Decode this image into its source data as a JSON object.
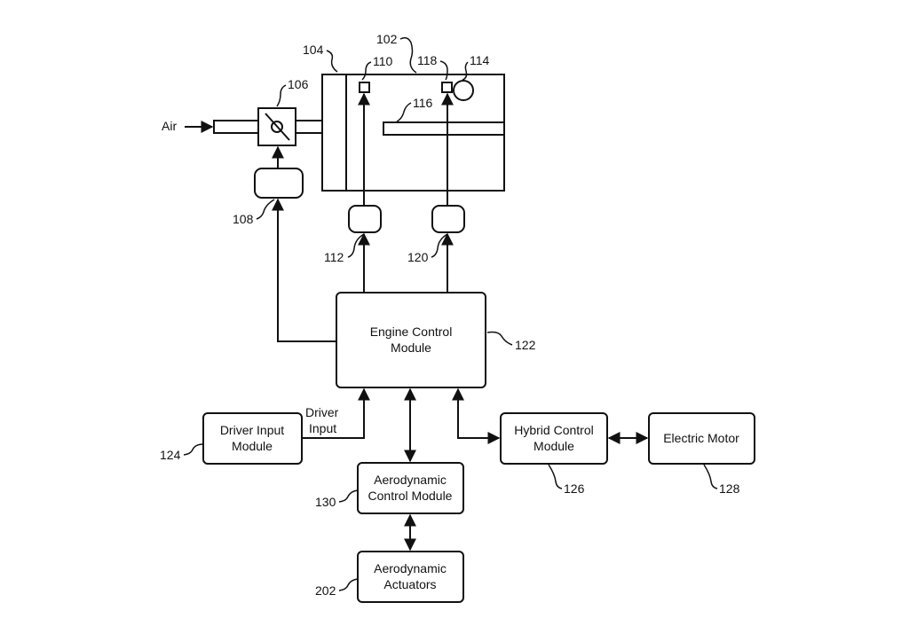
{
  "diagram": {
    "inputs": {
      "air": "Air",
      "driver_input_line1": "Driver",
      "driver_input_line2": "Input"
    },
    "engine": {
      "ref_engine": "102",
      "ref_intake_manifold": "104",
      "ref_throttle_valve": "106",
      "ref_throttle_actuator": "108",
      "ref_fuel_injector": "110",
      "ref_fuel_actuator": "112",
      "ref_cylinder": "116",
      "ref_spark_plug": "118",
      "ref_spark_actuator": "120",
      "ref_camshaft": "114"
    },
    "modules": {
      "ecm_line1": "Engine Control",
      "ecm_line2": "Module",
      "ecm_ref": "122",
      "driver_line1": "Driver Input",
      "driver_line2": "Module",
      "driver_ref": "124",
      "hybrid_line1": "Hybrid Control",
      "hybrid_line2": "Module",
      "hybrid_ref": "126",
      "motor_label": "Electric Motor",
      "motor_ref": "128",
      "aero_ctrl_line1": "Aerodynamic",
      "aero_ctrl_line2": "Control Module",
      "aero_ctrl_ref": "130",
      "aero_act_line1": "Aerodynamic",
      "aero_act_line2": "Actuators",
      "aero_act_ref": "202"
    }
  }
}
